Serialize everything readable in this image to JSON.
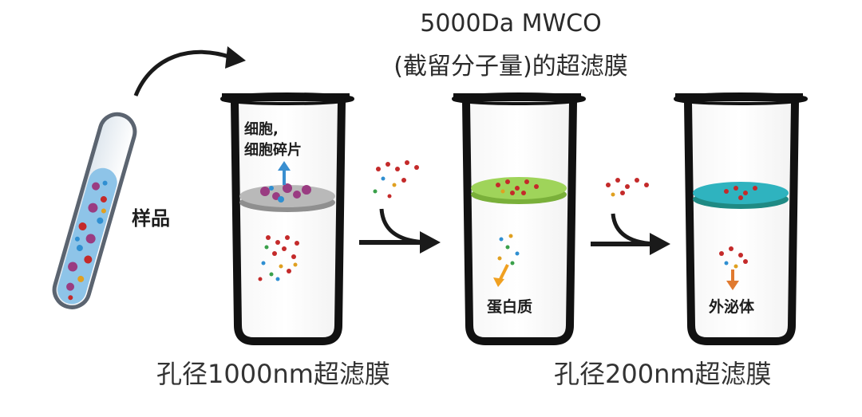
{
  "title": {
    "line1": "5000Da MWCO",
    "line2": "(截留分子量)的超滤膜"
  },
  "labels": {
    "sample": "样品",
    "cells_line1": "细胞,",
    "cells_line2": "细胞碎片",
    "protein": "蛋白质",
    "exosome": "外泌体"
  },
  "captions": {
    "filter_1000": "孔径1000nm超滤膜",
    "filter_200": "孔径200nm超滤膜"
  },
  "colors": {
    "membrane_1": "#b9b9b9",
    "membrane_2": "#9fd45a",
    "membrane_3": "#2fb3bf",
    "tube_liquid": "#8ec4e8",
    "arrow": "#1a1a1a",
    "label_arrow_blue": "#3a8fd0",
    "label_arrow_orange": "#f0a020"
  }
}
